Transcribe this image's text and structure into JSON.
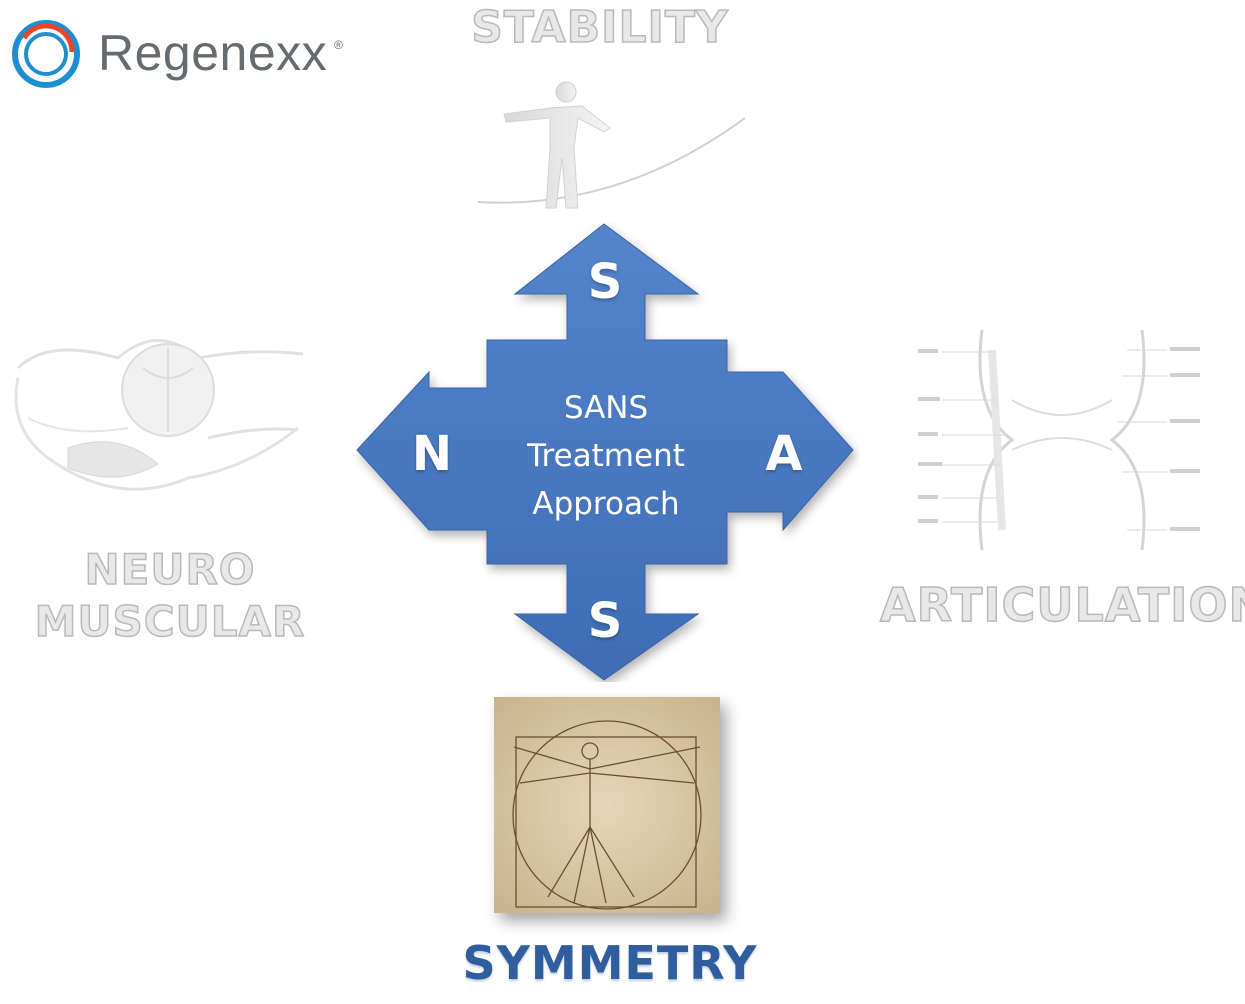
{
  "logo": {
    "brand": "Regenexx",
    "registered": "®"
  },
  "labels": {
    "stability": "STABILITY",
    "neuro_line1": "NEURO",
    "neuro_line2": "MUSCULAR",
    "articulation": "ARTICULATION",
    "symmetry": "SYMMETRY"
  },
  "cross": {
    "top": "S",
    "bottom": "S",
    "left": "N",
    "right": "A",
    "center_line1": "SANS",
    "center_line2": "Treatment",
    "center_line3": "Approach"
  },
  "colors": {
    "cross_fill": "#4a78c0",
    "cross_edge": "#3a64a8",
    "symmetry_text": "#2f5d9e",
    "logo_ring_blue": "#1d8fd1",
    "logo_ring_red": "#e8452c",
    "logo_text": "#666b70"
  },
  "icons": {
    "logo_mark": "regenexx-ring-icon",
    "stability": "tightrope-walker-illustration",
    "neuro": "spinal-cord-illustration",
    "articulation": "knee-joint-illustration",
    "symmetry": "vitruvian-man-illustration"
  }
}
